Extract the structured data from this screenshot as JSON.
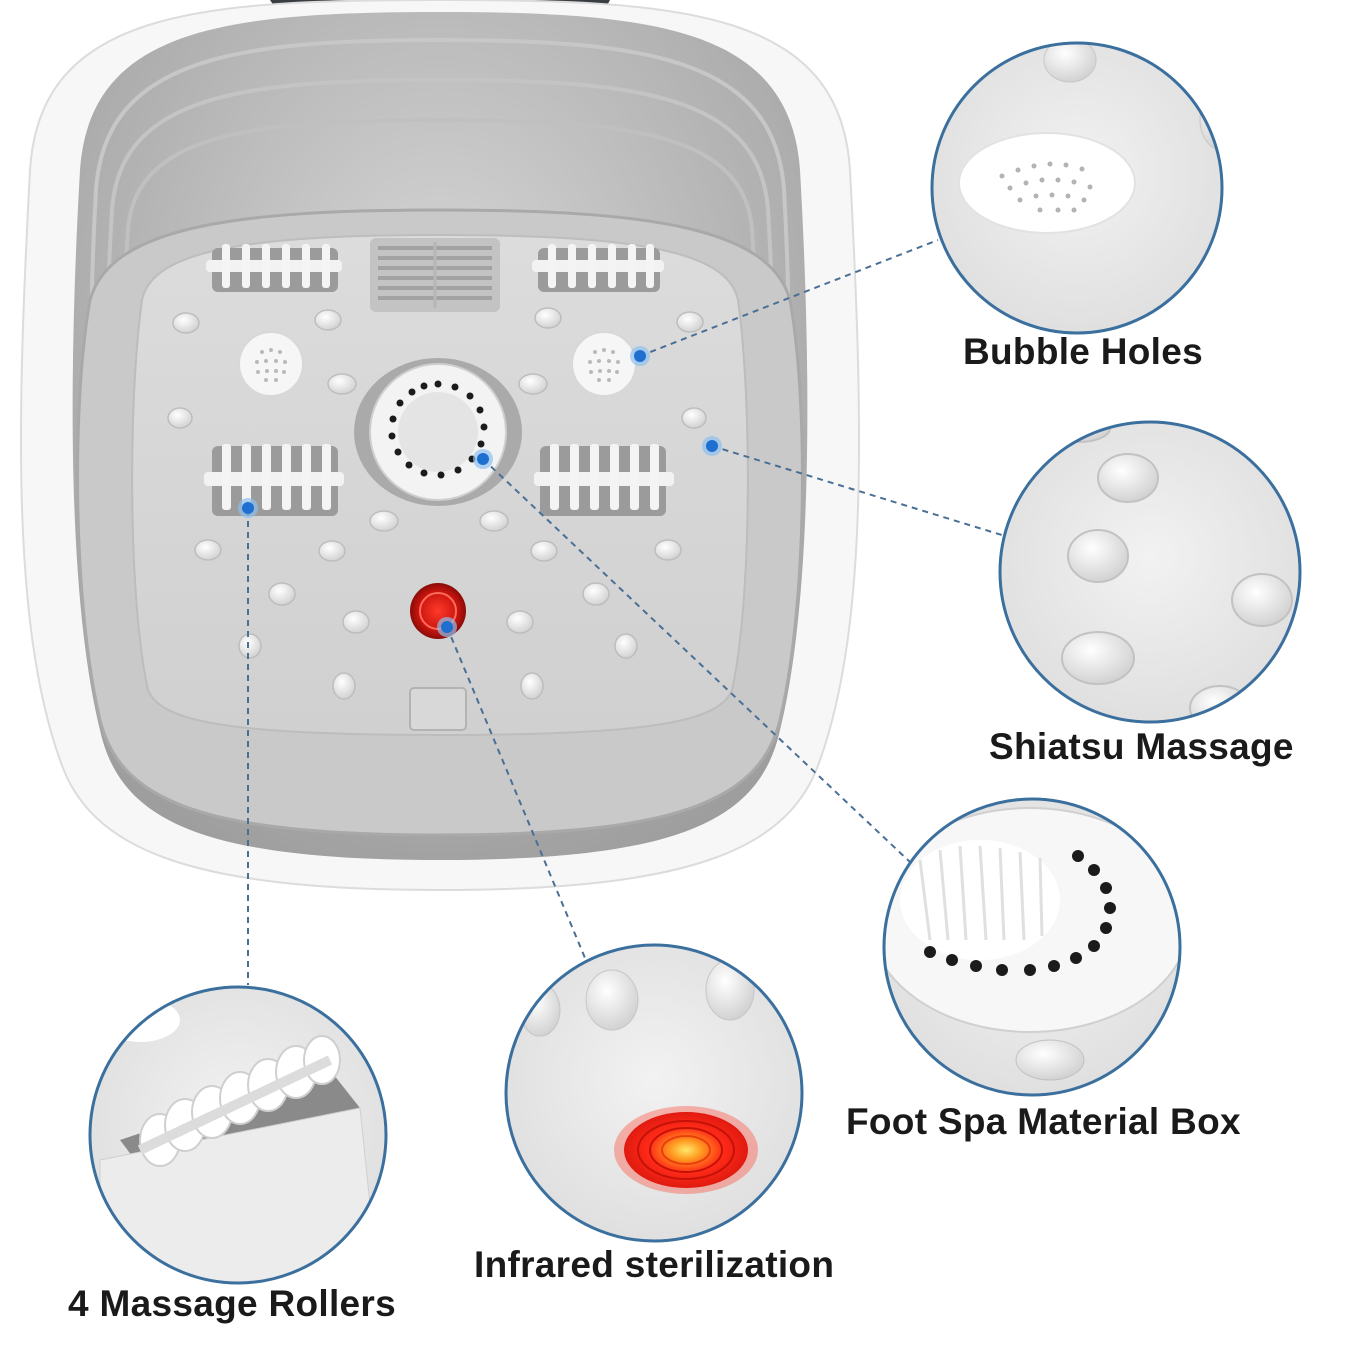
{
  "labels": {
    "bubble_holes": "Bubble Holes",
    "shiatsu_massage": "Shiatsu Massage",
    "material_box": "Foot Spa Material Box",
    "infrared": "Infrared sterilization",
    "rollers": "4 Massage Rollers"
  },
  "colors": {
    "marker_blue": "#1e6fd0",
    "infrared_red": "#d6201a",
    "callout_border": "#3a6f9e",
    "basin_gray": "#b9b9b9"
  }
}
